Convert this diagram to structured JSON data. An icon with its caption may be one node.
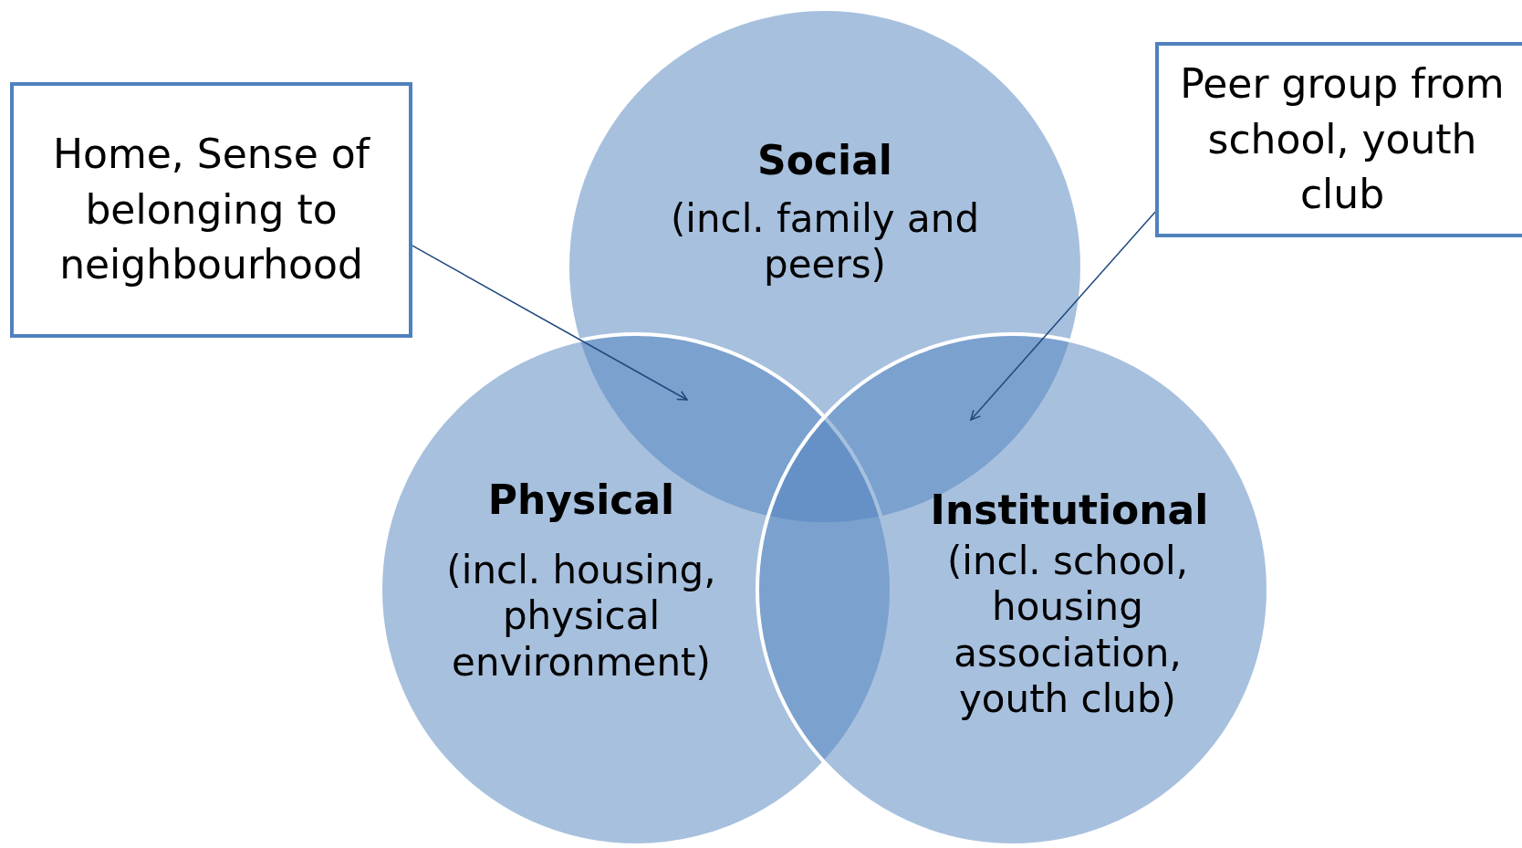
{
  "diagram": {
    "nodes": [
      {
        "text": [
          "Social",
          "(incl. family and peers)"
        ]
      },
      {
        "text": [
          "Physical",
          "(incl. housing, physical environment)"
        ]
      },
      {
        "text": [
          "Institutional",
          "(incl. school, housing association, youth club)"
        ]
      },
      {
        "text": [
          "Home, Sense of belonging to neighbourhood"
        ]
      },
      {
        "text": [
          "Peer group from school, youth club"
        ]
      }
    ],
    "edges": [
      {
        "from": 3,
        "to": 0,
        "arrow": "to"
      },
      {
        "from": 4,
        "to": 0,
        "arrow": "to"
      }
    ]
  }
}
